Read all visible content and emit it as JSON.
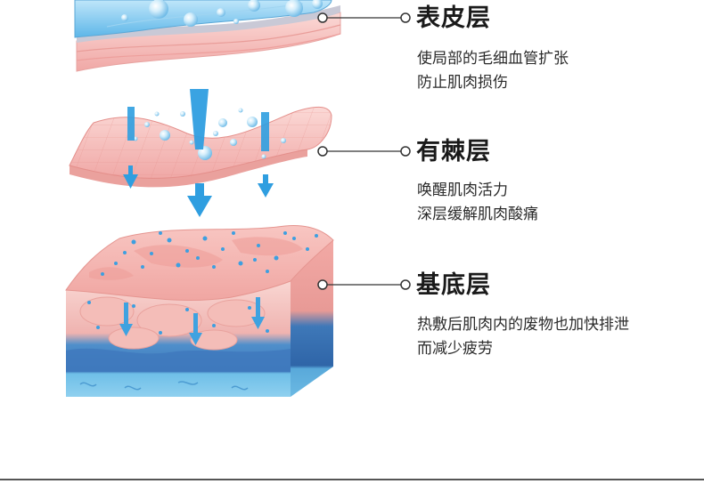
{
  "colors": {
    "skin_pink": "#f4b3b3",
    "skin_deep": "#eb9595",
    "water_blue": "#3fa6df",
    "deep_blue": "#3f7bbe",
    "arrow_blue": "#2e9ddf",
    "leader_line": "#333333"
  },
  "layers": [
    {
      "label": "表皮层",
      "icon": "epidermis-layer-illustration",
      "desc": [
        "使局部的毛细血管扩张",
        "防止肌肉损伤"
      ]
    },
    {
      "label": "有棘层",
      "icon": "spinous-layer-illustration",
      "desc": [
        "唤醒肌肉活力",
        "深层缓解肌肉酸痛"
      ]
    },
    {
      "label": "基底层",
      "icon": "basal-layer-illustration",
      "desc": [
        "热敷后肌肉内的废物也加快排泄",
        "而减少疲劳"
      ]
    }
  ]
}
